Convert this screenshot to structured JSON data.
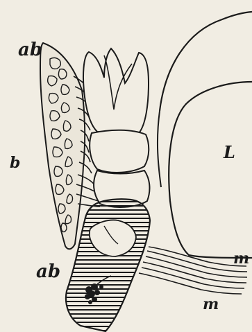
{
  "figure": {
    "background": "#f1ede3",
    "ink": "#1b1b1b",
    "labels": {
      "ab_top": "ab",
      "b": "b",
      "L": "L",
      "ab_bottom": "ab",
      "m_right": "m",
      "m_bottom": "m"
    }
  }
}
